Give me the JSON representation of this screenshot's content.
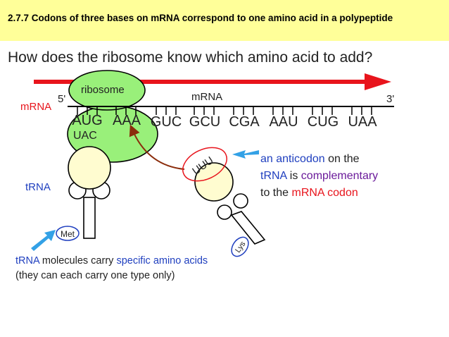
{
  "header": {
    "title": "2.7.7 Codons of three bases on mRNA correspond to one amino acid in a polypeptide",
    "background": "#ffff99"
  },
  "question": "How does the ribosome know which amino acid to add?",
  "labels": {
    "mrna_left": "mRNA",
    "mrna_top": "mRNA",
    "ribosome": "ribosome",
    "five_prime": "5'",
    "three_prime": "3'",
    "trna": "tRNA",
    "met": "Met",
    "lys": "Lys",
    "anticodon_ribosome": "UAC",
    "anticodon_free": "UUU"
  },
  "codons": [
    "AUG",
    "AAA",
    "GUC",
    "GCU",
    "CGA",
    "AAU",
    "CUG",
    "UAA"
  ],
  "explanation_right": {
    "l1a": "an anticodon",
    "l1b": " on the",
    "l2a": "tRNA",
    "l2b": " is ",
    "l2c": "complementary",
    "l3a": "to the ",
    "l3b": "mRNA codon"
  },
  "explanation_bottom": {
    "l1a": "tRNA",
    "l1b": " molecules carry ",
    "l1c": "specific amino acids",
    "l2": "(they can each carry one type only)"
  },
  "colors": {
    "red": "#e8141c",
    "blue": "#1f3fbf",
    "purple": "#6a1a9a",
    "ribosome_green": "#99f07a",
    "trna_cream": "#fffcd0",
    "arrow_blue": "#33a1e6",
    "brown": "#8b2d0c"
  }
}
